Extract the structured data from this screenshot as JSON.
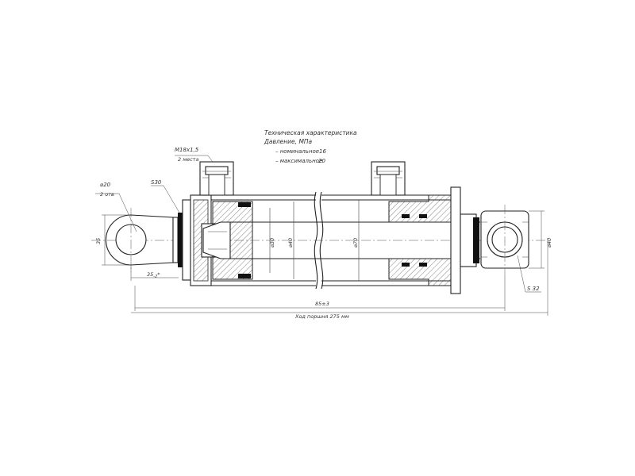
{
  "specs": {
    "title": "Техническая характеристика",
    "pressure_heading": "Давление, МПа",
    "nominal_label": "– номинальное",
    "nominal_value": "16",
    "max_label": "– максимальное",
    "max_value": "20"
  },
  "dimensions": {
    "port_thread": "M18x1,5",
    "port_count": "2 места",
    "eye_diameter": "⌀20",
    "eye_holes": "2 отв",
    "left_wrench": "S30",
    "eye_height": "35",
    "eye_offset": "35",
    "eye_offset_sub": "-2",
    "eye_offset_mark": "*",
    "rod_diameter": "⌀30",
    "piston_diameter": "⌀40",
    "bore_diameter": "⌀70",
    "right_head_diameter": "⌀40",
    "right_wrench": "S 32",
    "overall_length": "85±3",
    "stroke": "Ход поршня 275 мм"
  },
  "colors": {
    "line": "#222222",
    "text": "#333333",
    "background": "#ffffff"
  }
}
